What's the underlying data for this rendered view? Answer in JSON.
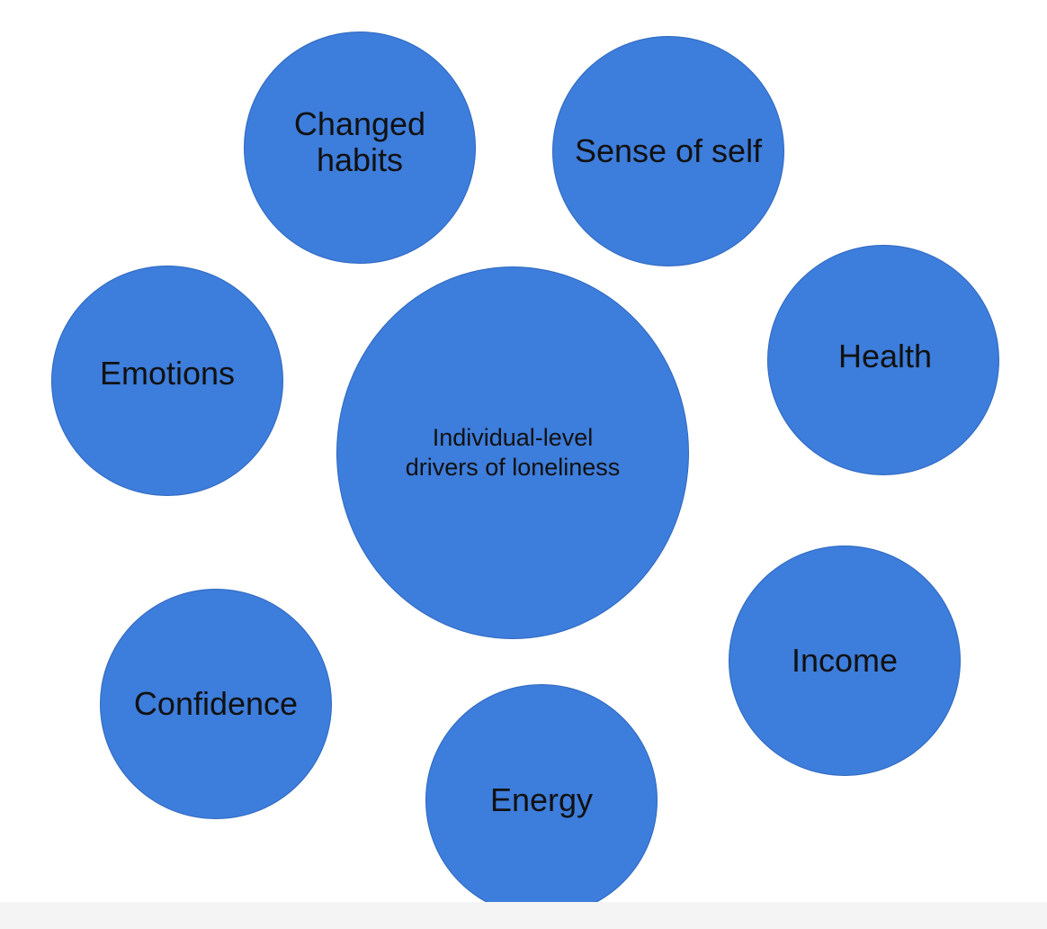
{
  "diagram": {
    "center": {
      "label_line1": "Individual-level",
      "label_line2": "drivers of loneliness"
    },
    "nodes": {
      "changed_habits": {
        "line1": "Changed",
        "line2": "habits"
      },
      "sense_of_self": "Sense of self",
      "emotions": "Emotions",
      "health": "Health",
      "income": "Income",
      "confidence": "Confidence",
      "energy": "Energy"
    },
    "colors": {
      "bubble_fill": "#3d7ddb",
      "bubble_border": "#2f68bf",
      "text": "#111111",
      "background": "#ffffff"
    }
  }
}
